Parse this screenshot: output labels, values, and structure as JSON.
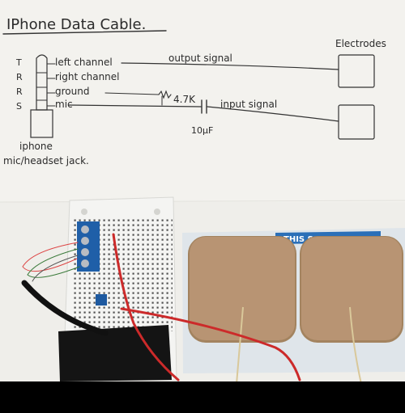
{
  "sketch": {
    "title": "IPhone Data Cable.",
    "plug_letters": [
      "T",
      "R",
      "R",
      "S"
    ],
    "channels": [
      "left channel",
      "right channel",
      "ground",
      "mic"
    ],
    "output_signal": "output signal",
    "input_signal": "input signal",
    "resistor": "4.7K",
    "capacitor": "10μF",
    "electrodes": "Electrodes",
    "jack_line1": "iphone",
    "jack_line2": "mic/headset jack."
  },
  "photo": {
    "strip_text": "THIS S",
    "colors": {
      "paper": "#f3f2ee",
      "board": "#f4f4f2",
      "terminal": "#1f5fa8",
      "wire_red": "#cc2a2a",
      "pad": "#b89473",
      "liner": "#dfe6ec",
      "tape": "#141414"
    }
  }
}
